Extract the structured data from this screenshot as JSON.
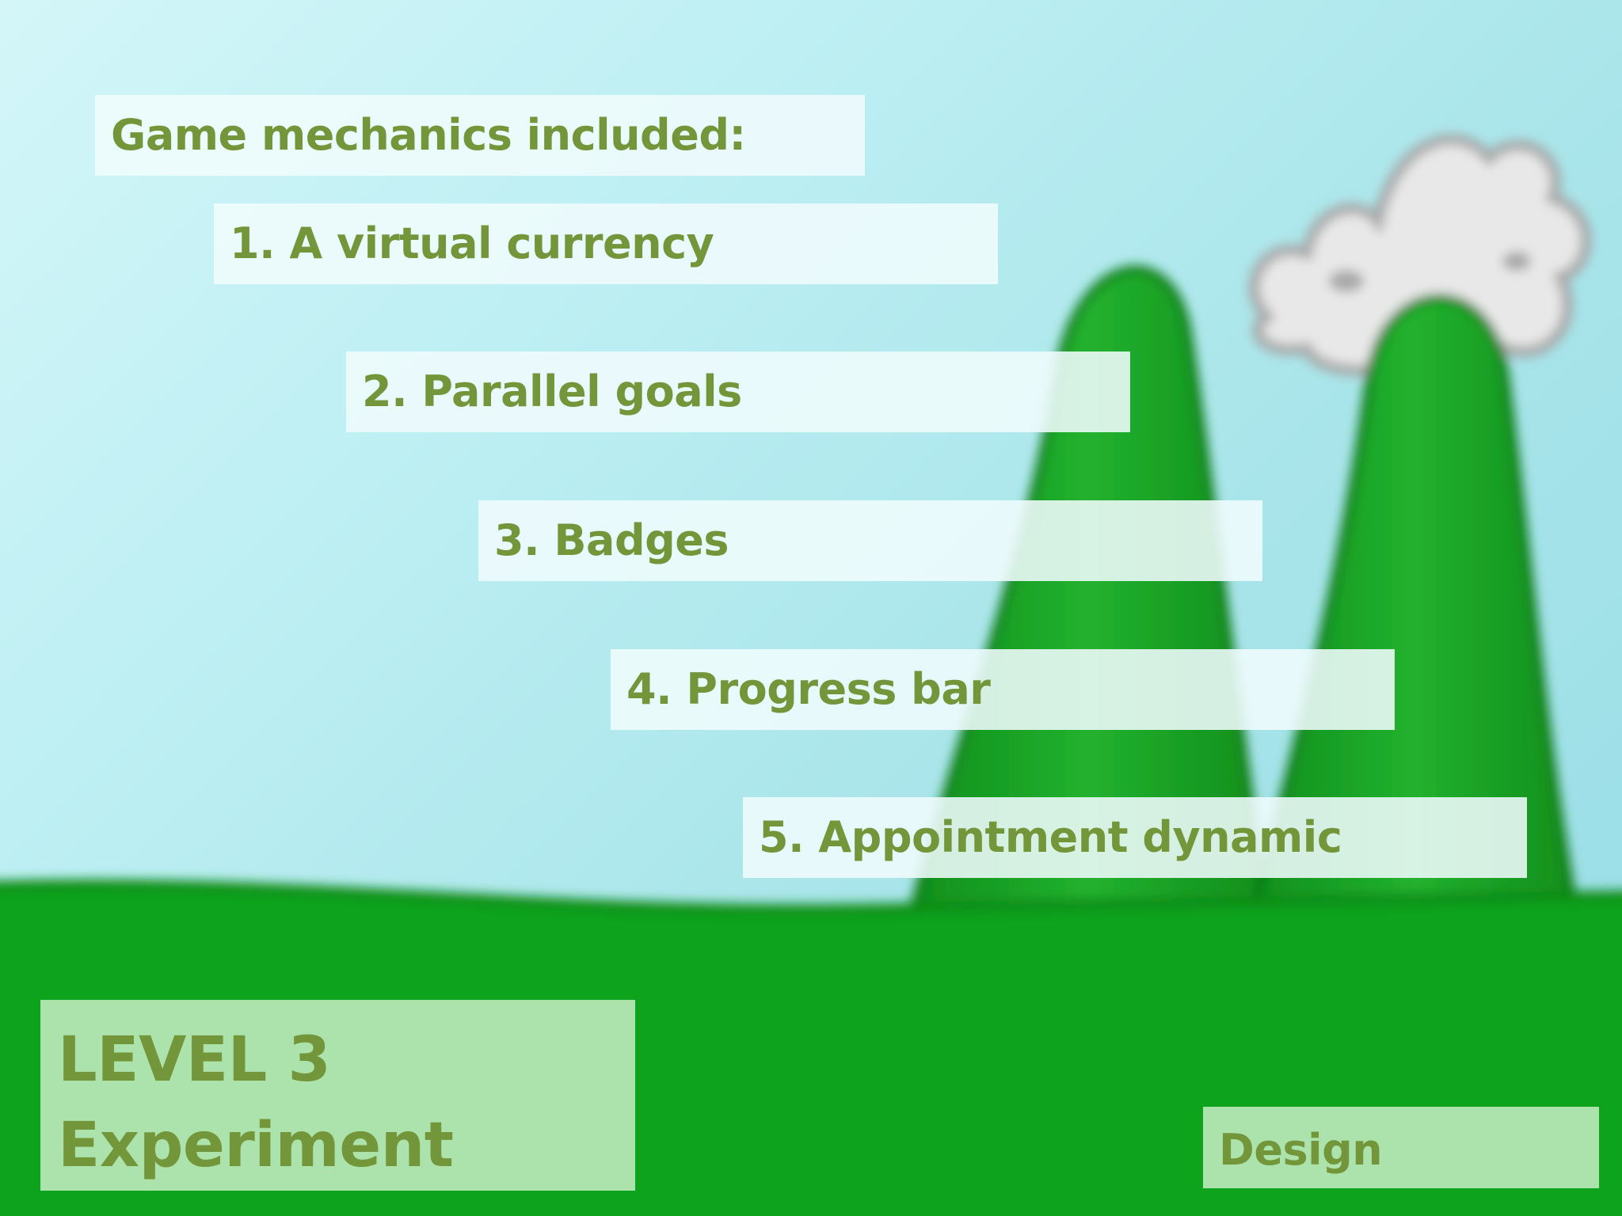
{
  "heading": "Game mechanics included:",
  "mechanics": [
    "1. A virtual currency",
    "2. Parallel goals",
    "3. Badges",
    "4. Progress bar",
    "5. Appointment dynamic"
  ],
  "level": {
    "title": "LEVEL 3",
    "subtitle": "Experiment"
  },
  "phase_label": "Design",
  "colors": {
    "text": "#74963a",
    "sky": "#bdeff3",
    "grass": "#10a31c",
    "hill": "#1da826",
    "cloud": "#e6e6e6"
  }
}
